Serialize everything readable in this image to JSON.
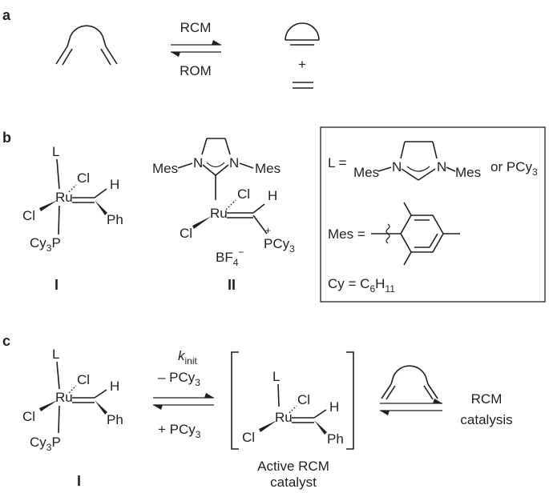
{
  "panels": {
    "a": {
      "label": "a",
      "forward_label": "RCM",
      "reverse_label": "ROM",
      "plus": "+"
    },
    "b": {
      "label": "b",
      "catalyst_I": {
        "L": "L",
        "Cl_top": "Cl",
        "H": "H",
        "Ru": "Ru",
        "Cl_left": "Cl",
        "Ph": "Ph",
        "Cy3P_pre": "Cy",
        "Cy3P_sub": "3",
        "Cy3P_post": "P",
        "caption": "I"
      },
      "catalyst_II": {
        "Mes_left": "Mes",
        "N_left": "N",
        "N_right": "N",
        "Mes_right": "Mes",
        "Cl_top": "Cl",
        "H": "H",
        "Ru": "Ru",
        "Cl_left": "Cl",
        "plus": "+",
        "PCy3_pre": "PCy",
        "PCy3_sub": "3",
        "BF4_pre": "BF",
        "BF4_sub": "4",
        "BF4_sup": "−",
        "caption": "II"
      },
      "legend": {
        "L_eq": "L =",
        "Mes_left": "Mes",
        "N_left": "N",
        "N_right": "N",
        "Mes_right": "Mes",
        "or_pcy3_pre": "or PCy",
        "or_pcy3_sub": "3",
        "Mes_eq": "Mes =",
        "Cy_eq_pre": "Cy = C",
        "Cy_sub1": "6",
        "Cy_mid": "H",
        "Cy_sub2": "11"
      }
    },
    "c": {
      "label": "c",
      "catalyst_I": {
        "L": "L",
        "Cl_top": "Cl",
        "H": "H",
        "Ru": "Ru",
        "Cl_left": "Cl",
        "Ph": "Ph",
        "Cy3P_pre": "Cy",
        "Cy3P_sub": "3",
        "Cy3P_post": "P",
        "caption": "I"
      },
      "k_main": "k",
      "k_sub": "init",
      "forward_pre": "– PCy",
      "forward_sub": "3",
      "reverse_pre": "+ PCy",
      "reverse_sub": "3",
      "active": {
        "L": "L",
        "Cl_top": "Cl",
        "H": "H",
        "Ru": "Ru",
        "Cl_left": "Cl",
        "Ph": "Ph",
        "caption_line1": "Active RCM",
        "caption_line2": "catalyst"
      },
      "product_line1": "RCM",
      "product_line2": "catalysis"
    }
  }
}
